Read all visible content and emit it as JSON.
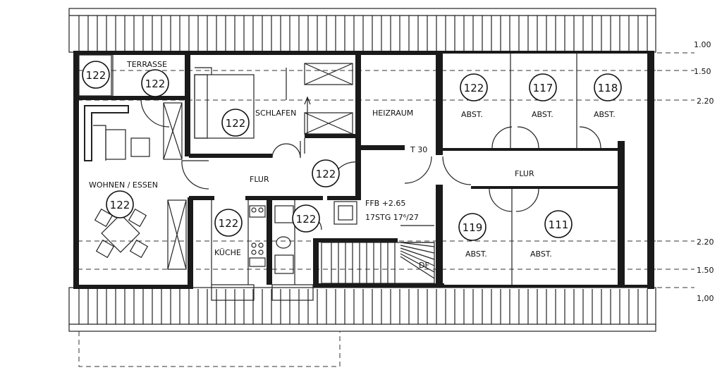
{
  "rooms": {
    "terrasse": "TERRASSE",
    "schlafen": "SCHLAFEN",
    "heizraum": "HEIZRAUM",
    "wohnen_essen": "WOHNEN / ESSEN",
    "flur_left": "FLUR",
    "flur_right": "FLUR",
    "kueche": "KÜCHE",
    "abst_1": "ABST.",
    "abst_2": "ABST.",
    "abst_3": "ABST.",
    "abst_4": "ABST.",
    "abst_5": "ABST."
  },
  "annotations": {
    "fire_door": "T 30",
    "floor_level": "FFB +2.65",
    "stairs": "17STG 17⁶/27",
    "dachfenster": "DF"
  },
  "height_markers": {
    "t1": "1.00",
    "t2": "1.50",
    "t3": "2.20",
    "b1": "2.20",
    "b2": "1.50",
    "b3": "1,00"
  },
  "room_numbers": {
    "terrasse_a": "122",
    "terrasse_b": "122",
    "schlafen": "122",
    "wohnen": "122",
    "flur": "122",
    "kueche": "122",
    "bad": "122",
    "abst_1": "122",
    "abst_2": "117",
    "abst_3": "118",
    "abst_4": "119",
    "abst_5": "111"
  }
}
